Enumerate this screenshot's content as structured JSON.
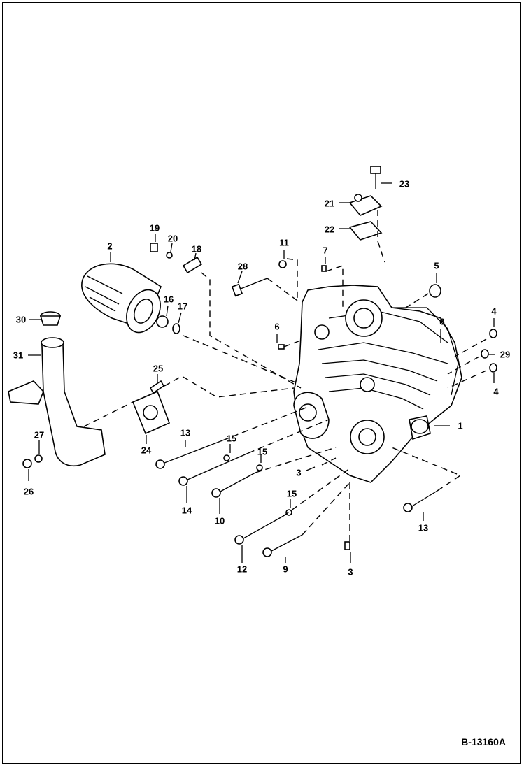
{
  "figure_code": "B-13160A",
  "callouts": [
    {
      "id": "c1",
      "text": "1"
    },
    {
      "id": "c2",
      "text": "2"
    },
    {
      "id": "c3a",
      "text": "3"
    },
    {
      "id": "c3b",
      "text": "3"
    },
    {
      "id": "c4a",
      "text": "4"
    },
    {
      "id": "c4b",
      "text": "4"
    },
    {
      "id": "c5",
      "text": "5"
    },
    {
      "id": "c6",
      "text": "6"
    },
    {
      "id": "c7",
      "text": "7"
    },
    {
      "id": "c8",
      "text": "8"
    },
    {
      "id": "c9",
      "text": "9"
    },
    {
      "id": "c10",
      "text": "10"
    },
    {
      "id": "c11",
      "text": "11"
    },
    {
      "id": "c12",
      "text": "12"
    },
    {
      "id": "c13a",
      "text": "13"
    },
    {
      "id": "c13b",
      "text": "13"
    },
    {
      "id": "c14",
      "text": "14"
    },
    {
      "id": "c15a",
      "text": "15"
    },
    {
      "id": "c15b",
      "text": "15"
    },
    {
      "id": "c15c",
      "text": "15"
    },
    {
      "id": "c16",
      "text": "16"
    },
    {
      "id": "c17",
      "text": "17"
    },
    {
      "id": "c18",
      "text": "18"
    },
    {
      "id": "c19",
      "text": "19"
    },
    {
      "id": "c20",
      "text": "20"
    },
    {
      "id": "c21",
      "text": "21"
    },
    {
      "id": "c22",
      "text": "22"
    },
    {
      "id": "c23",
      "text": "23"
    },
    {
      "id": "c24",
      "text": "24"
    },
    {
      "id": "c25",
      "text": "25"
    },
    {
      "id": "c26",
      "text": "26"
    },
    {
      "id": "c27",
      "text": "27"
    },
    {
      "id": "c28",
      "text": "28"
    },
    {
      "id": "c29",
      "text": "29"
    },
    {
      "id": "c30",
      "text": "30"
    },
    {
      "id": "c31",
      "text": "31"
    }
  ]
}
